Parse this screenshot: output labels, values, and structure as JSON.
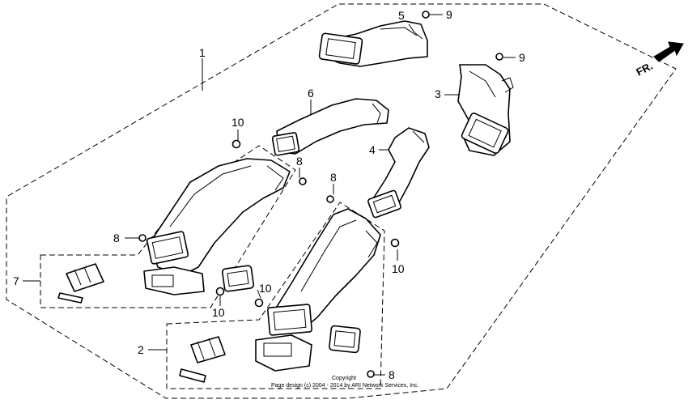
{
  "callouts": {
    "c1": "1",
    "c2": "2",
    "c3": "3",
    "c4": "4",
    "c5": "5",
    "c6": "6",
    "c7": "7",
    "c8a": "8",
    "c8b": "8",
    "c8c": "8",
    "c8d": "8",
    "c9a": "9",
    "c9b": "9",
    "c10a": "10",
    "c10b": "10",
    "c10c": "10",
    "c10d": "10"
  },
  "direction": {
    "label": "FR."
  },
  "copyright": {
    "line1": "Copyright",
    "line2": "Page design (c) 2004 - 2014 by ARI Network Services, Inc."
  }
}
